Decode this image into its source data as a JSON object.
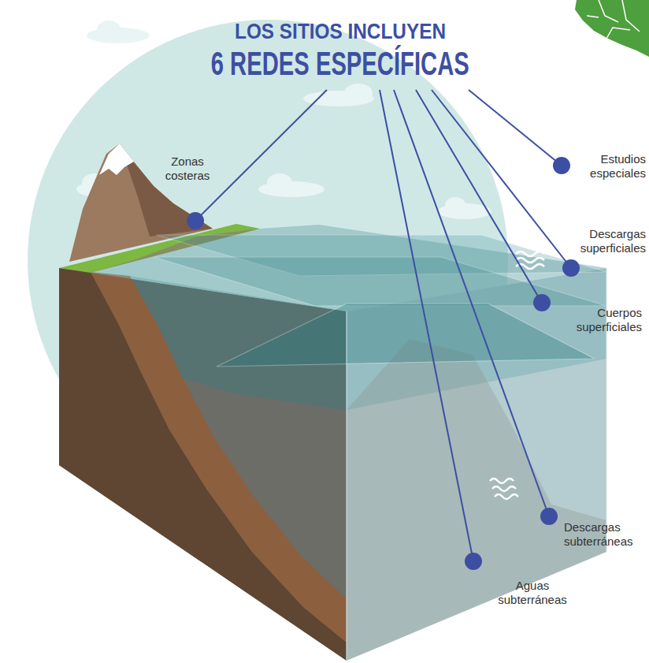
{
  "diagram": {
    "title": "LOS SITIOS INCLUYEN",
    "labels": [
      "6 REDES ESPECÍFICAS",
      "Zonas costeras",
      "Estudios especiales",
      "Descargas superficiales",
      "Cuerpos superficiales",
      "Descargas subterráneas",
      "Aguas subterráneas"
    ]
  }
}
